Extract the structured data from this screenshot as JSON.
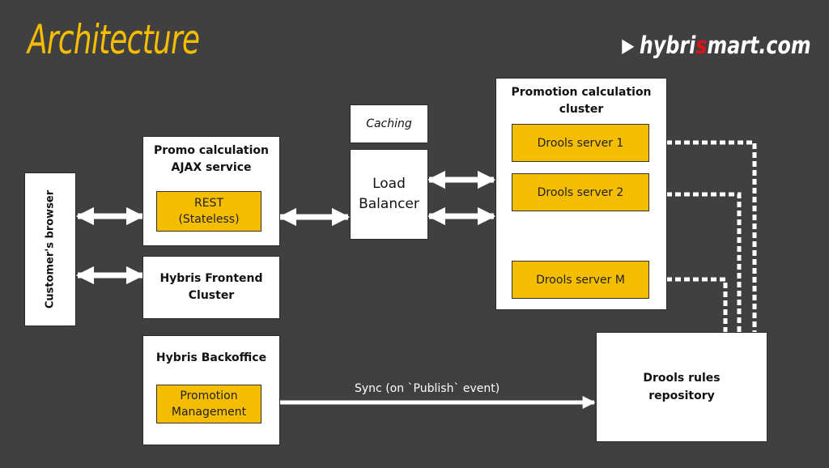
{
  "header": {
    "title": "Architecture",
    "brand_prefix": "hybri",
    "brand_highlight": "s",
    "brand_suffix": "mart.com"
  },
  "nodes": {
    "browser": "Customer's browser",
    "promo_ajax": {
      "title": "Promo calculation\nAJAX service",
      "rest": "REST\n(Stateless)"
    },
    "frontend": "Hybris Frontend\nCluster",
    "backoffice": {
      "title": "Hybris Backoffice",
      "promotion_management": "Promotion\nManagement"
    },
    "caching": "Caching",
    "load_balancer": "Load\nBalancer",
    "cluster": {
      "title": "Promotion calculation\ncluster",
      "servers": [
        "Drools server 1",
        "Drools server 2",
        "Drools server M"
      ]
    },
    "repository": "Drools rules\nrepository"
  },
  "edges": {
    "sync_label": "Sync (on `Publish` event)"
  },
  "colors": {
    "background": "#404040",
    "accent": "#f5bd00",
    "brand_red": "#e0111b",
    "box": "#ffffff"
  }
}
